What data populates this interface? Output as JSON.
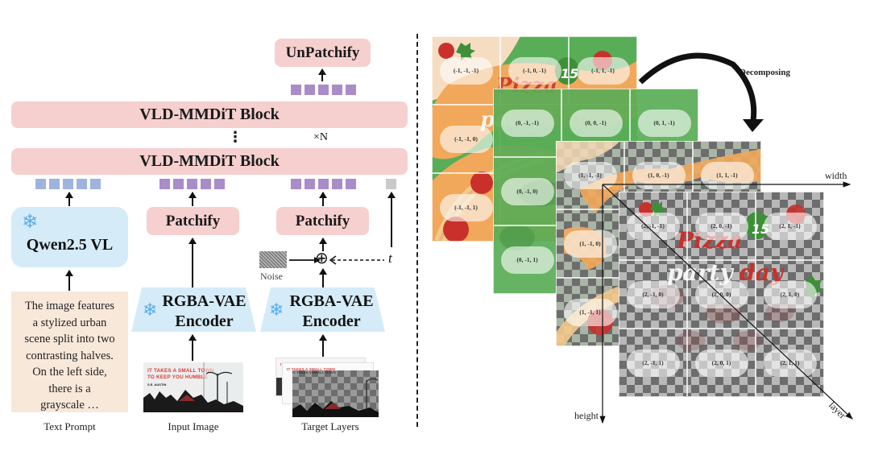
{
  "left_panel": {
    "unpatchify_label": "UnPatchify",
    "block_top_label": "VLD-MMDiT Block",
    "block_bottom_label": "VLD-MMDiT Block",
    "ellipsis": "⋮",
    "repeat_label": "×N",
    "text_encoder": {
      "label": "Qwen2.5 VL",
      "frozen_icon": "snowflake-icon"
    },
    "patchify_input_label": "Patchify",
    "patchify_target_label": "Patchify",
    "vae_input": {
      "line1": "RGBA-VAE",
      "line2": "Encoder",
      "frozen_icon": "snowflake-icon"
    },
    "vae_target": {
      "line1": "RGBA-VAE",
      "line2": "Encoder",
      "frozen_icon": "snowflake-icon"
    },
    "noise_label": "Noise",
    "add_symbol": "⊕",
    "timestep_label": "t",
    "prompt_text": "The image features a stylized urban scene split into two contrasting halves. On the left side, there is a grayscale …",
    "prompt_lines": [
      "The image features",
      "a stylized urban",
      "scene split into two",
      "contrasting halves.",
      "On the left side,",
      "there is a",
      "grayscale …"
    ],
    "poster_title_line1": "IT TAKES A SMALL TOWN",
    "poster_title_line2": "TO KEEP YOU HUMBLE",
    "poster_author": "S.E. AUSTIN",
    "captions": {
      "text_prompt": "Text Prompt",
      "input_image": "Input Image",
      "target_layers": "Target Layers"
    },
    "token_colors": {
      "text": "#9eb3dd",
      "image": "#a98cc8",
      "timestep": "#c9c9c9"
    },
    "token_counts": {
      "text": 5,
      "input_image": 5,
      "target": 5,
      "timestep": 1,
      "output": 5
    }
  },
  "right_panel": {
    "decomposing_label": "Decomposing",
    "axes": {
      "width": "width",
      "height": "height",
      "layer": "layer"
    },
    "layers": [
      {
        "index": -1,
        "cells": [
          "(-1, -1, -1)",
          "(-1, 0, -1)",
          "(-1, 1, -1)",
          "(-1, -1, 0)",
          "",
          "",
          "(-1, -1, 1)",
          "",
          ""
        ]
      },
      {
        "index": 0,
        "cells": [
          "(0, -1, -1)",
          "(0, 0, -1)",
          "(0, 1, -1)",
          "(0, -1, 0)",
          "",
          "",
          "(0, -1, 1)",
          "",
          ""
        ]
      },
      {
        "index": 1,
        "cells": [
          "(1, -1, -1)",
          "(1, 0, -1)",
          "(1, 1, -1)",
          "(1, -1, 0)",
          "",
          "",
          "(1, -1, 1)",
          "",
          ""
        ]
      },
      {
        "index": 2,
        "cells": [
          "(2, -1, -1)",
          "(2, 0, -1)",
          "(2, 1, -1)",
          "(2, -1, 0)",
          "(2, 0, 0)",
          "(2, 1, 0)",
          "(2, -1, 1)",
          "(2, 0, 1)",
          "(2, 1, 1)"
        ]
      }
    ],
    "poster_text": {
      "word1": "Pizza",
      "word2": "party",
      "word3": "day",
      "badge": "15"
    },
    "colors": {
      "green_layer": "#5fae5a",
      "cheese": "#f0a95a",
      "pepperoni": "#c9302c",
      "crust": "#f3c98c"
    }
  }
}
